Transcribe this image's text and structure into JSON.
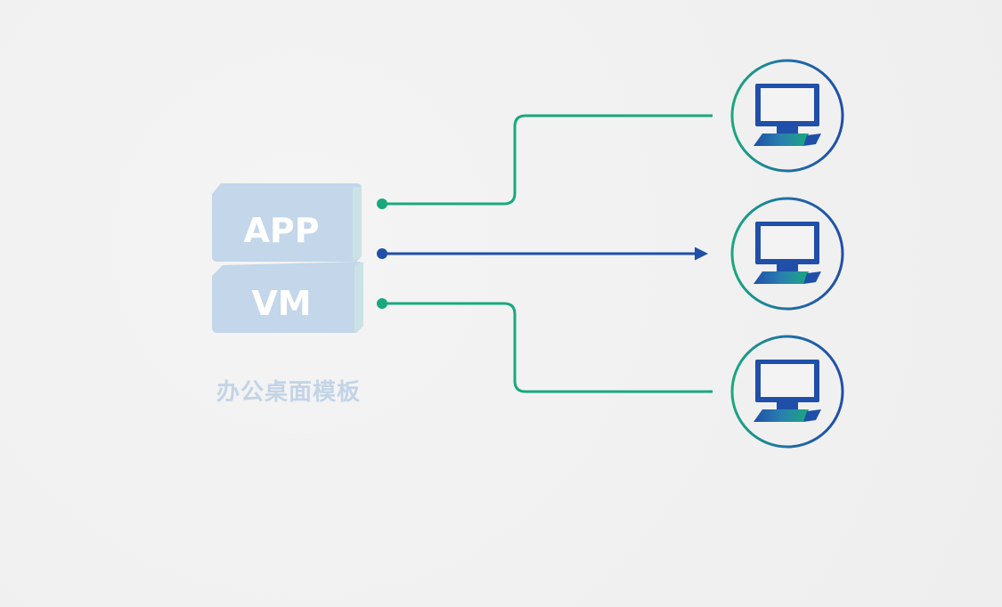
{
  "template": {
    "blocks": [
      {
        "label": "APP"
      },
      {
        "label": "VM"
      }
    ],
    "caption": "办公桌面模板"
  },
  "connections": [
    {
      "type": "branch-up",
      "color": "#1aa87e",
      "target": "desktop-1"
    },
    {
      "type": "direct-arrow",
      "color": "#1f4fa8",
      "target": "desktop-2"
    },
    {
      "type": "branch-down",
      "color": "#1aa87e",
      "target": "desktop-3"
    }
  ],
  "desktops": [
    {
      "id": "desktop-1",
      "icon": "desktop-computer-icon"
    },
    {
      "id": "desktop-2",
      "icon": "desktop-computer-icon"
    },
    {
      "id": "desktop-3",
      "icon": "desktop-computer-icon"
    }
  ],
  "colors": {
    "green": "#1aa87e",
    "blue": "#1f4fa8",
    "block": "#c3d6ea",
    "caption": "#c3d4e6"
  }
}
